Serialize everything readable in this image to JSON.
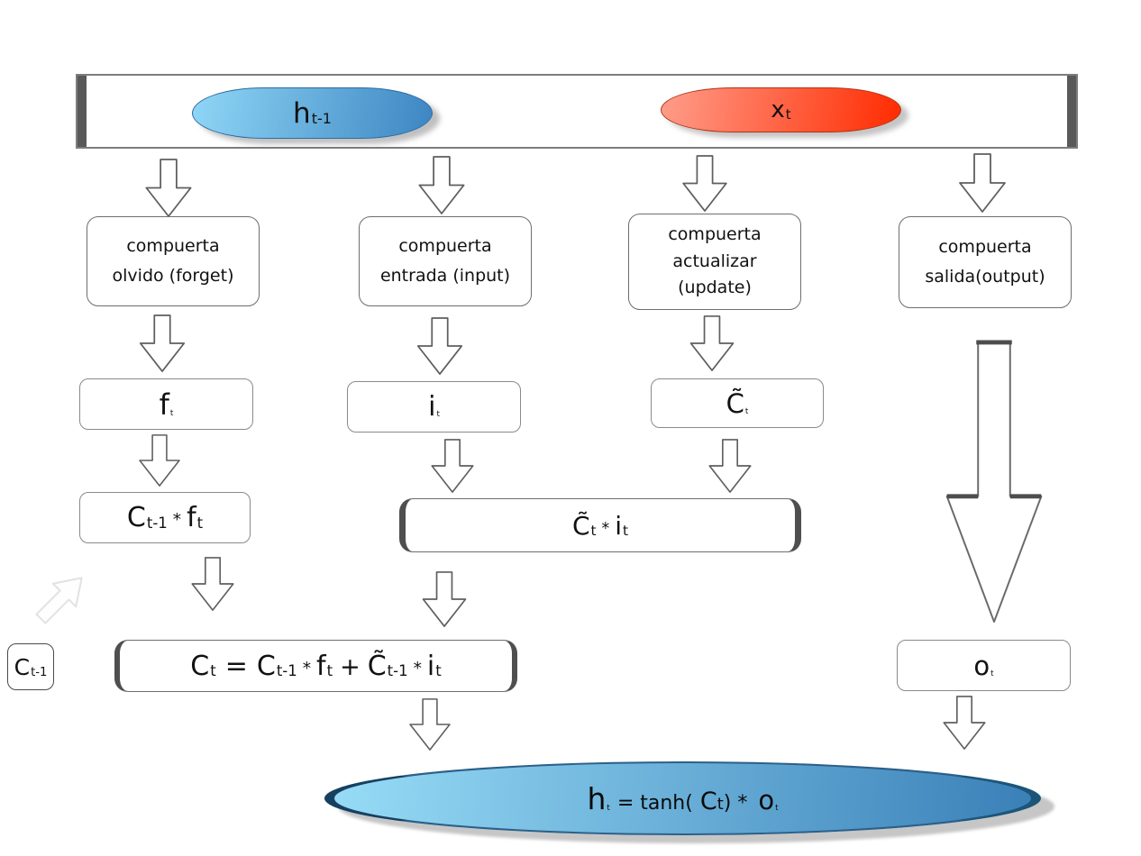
{
  "header": {
    "h_prev_main": "h",
    "h_prev_sub": "t-1",
    "x_main": "x",
    "x_sub": "t"
  },
  "gates": {
    "forget_line1": "compuerta",
    "forget_line2": "olvido (forget)",
    "input_line1": "compuerta",
    "input_line2": "entrada (input)",
    "update_line1": "compuerta",
    "update_line2": "actualizar",
    "update_line3": "(update)",
    "output_line1": "compuerta",
    "output_line2": "salida(output)"
  },
  "vars": {
    "f_main": "f",
    "f_sub": "t",
    "i_main": "i",
    "i_sub": "t",
    "ctilde_main": "C̃",
    "ctilde_sub": "t",
    "o_main": "o",
    "o_sub": "t",
    "cprev_main": "C",
    "cprev_sub": "t-1"
  },
  "ops": {
    "cf_p1": "C",
    "cf_s1": "t-1",
    "cf_op": "*",
    "cf_p2": "f",
    "cf_s2": "t",
    "ci_p1": "C̃",
    "ci_s1": "t",
    "ci_op": "*",
    "ci_p2": "i",
    "ci_s2": "t",
    "ct_p1": "C",
    "ct_s1": "t",
    "ct_eq": "=",
    "ct_p2": "C",
    "ct_s2": "t-1",
    "ct_op1": "*",
    "ct_p3": "f",
    "ct_s3": "t",
    "ct_plus": "+",
    "ct_p4": "C̃",
    "ct_s4": "t-1",
    "ct_op2": "*",
    "ct_p5": "i",
    "ct_s5": "t",
    "out_p1": "h",
    "out_s1": "t",
    "out_mid": "= tanh(",
    "out_c": "C",
    "out_csub": "t",
    "out_close": ") *",
    "out_o": "o",
    "out_osub": "t"
  },
  "colors": {
    "h_pill_light": "#8fd6f6",
    "h_pill_dark": "#3d86c2",
    "h_pill_border": "#2e6ba0",
    "x_pill_light": "#ff9d8a",
    "x_pill_dark": "#ff2b00",
    "x_pill_border": "#b23312",
    "out_ellipse_light": "#97dcf6",
    "out_ellipse_dark": "#3a80b8",
    "out_cap_left": "#16405f",
    "out_cap_right": "#1c5578",
    "arrow_stroke": "#5f5f5f",
    "accent_dark": "#4d4d4d"
  }
}
